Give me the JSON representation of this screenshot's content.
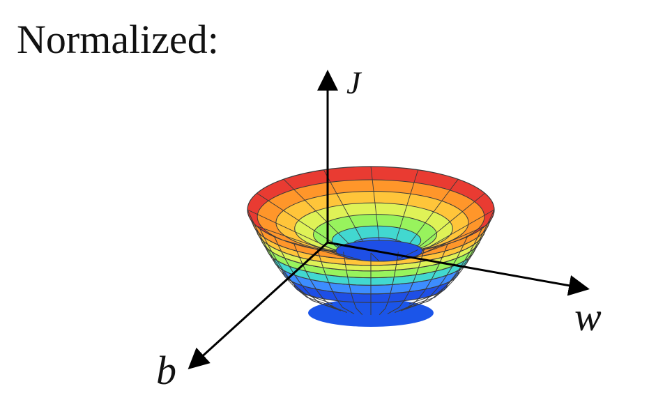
{
  "title": "Normalized:",
  "axes": {
    "vertical": "J",
    "right": "w",
    "front": "b"
  },
  "colors": {
    "axis": "#000000",
    "grid_line": "#3a3a3a",
    "band_colors": [
      "#1e4fe6",
      "#3d8dff",
      "#42d8d0",
      "#98f35d",
      "#dff257",
      "#ffc53a",
      "#ff962a",
      "#e93b32"
    ]
  }
}
